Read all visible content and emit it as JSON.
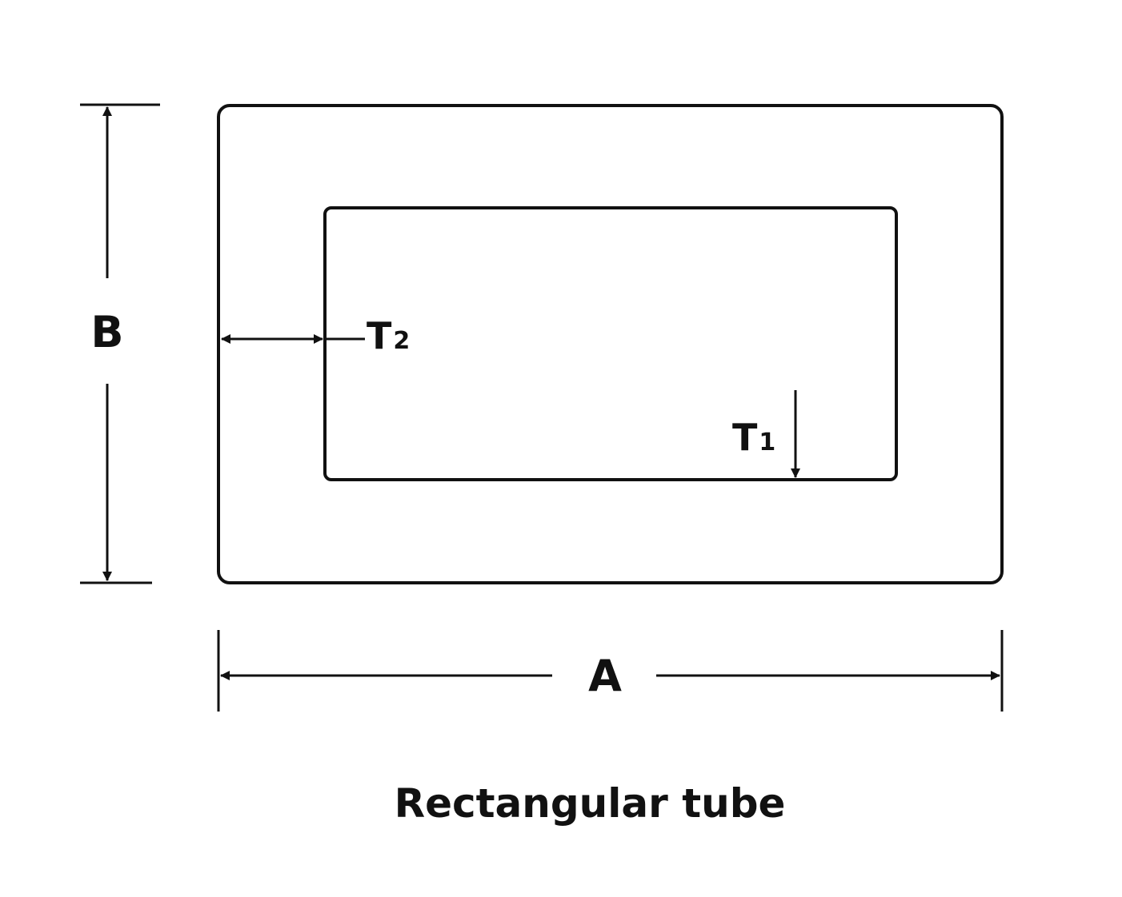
{
  "labels": {
    "width": "A",
    "height": "B",
    "thickness_side": "T",
    "thickness_side_sub": "2",
    "thickness_top": "T",
    "thickness_top_sub": "1"
  },
  "caption": "Rectangular tube",
  "colors": {
    "stroke": "#111111",
    "background": "#ffffff"
  }
}
